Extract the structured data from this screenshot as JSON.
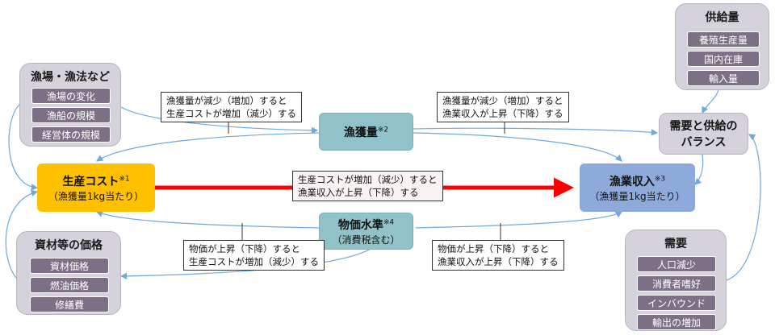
{
  "supply": {
    "title": "供給量",
    "items": [
      "養殖生産量",
      "国内在庫",
      "輸入量"
    ]
  },
  "fishing": {
    "title": "漁場・漁法など",
    "items": [
      "漁場の変化",
      "漁船の規模",
      "経営体の規模"
    ]
  },
  "materials": {
    "title": "資材等の価格",
    "items": [
      "資材価格",
      "燃油価格",
      "修繕費"
    ]
  },
  "demand": {
    "title": "需要",
    "items": [
      "人口減少",
      "消費者嗜好",
      "インバウンド",
      "輸出の増加"
    ]
  },
  "catch_node": {
    "label": "漁獲量",
    "note_mark": "※2"
  },
  "price_node": {
    "label": "物価水準",
    "note_mark": "※4",
    "sub": "（消費税含む）"
  },
  "cost_node": {
    "label": "生産コスト",
    "note_mark": "※1",
    "sub": "（漁獲量1kg当たり）"
  },
  "income_node": {
    "label": "漁業収入",
    "note_mark": "※3",
    "sub": "（漁獲量1kg当たり）"
  },
  "balance_node": {
    "line1": "需要と供給の",
    "line2": "バランス"
  },
  "notes": {
    "catch_cost": [
      "漁獲量が減少（増加）すると",
      "生産コストが増加（減少）する"
    ],
    "catch_income": [
      "漁獲量が減少（増加）すると",
      "漁業収入が上昇（下降）する"
    ],
    "cost_income": [
      "生産コストが増加（減少）すると",
      "漁業収入が上昇（下降）する"
    ],
    "price_cost": [
      "物価が上昇（下降）すると",
      "生産コストが増加（減少）する"
    ],
    "price_income": [
      "物価が上昇（下降）すると",
      "漁業収入が上昇（下降）する"
    ]
  },
  "colors": {
    "cost": "#ffc000",
    "income": "#8eaadb",
    "teal": "#92c2c9",
    "pill": "#7d6f86",
    "group": "#d5d2db",
    "red_arrow": "#ff0000",
    "connector": "#6fa8dc"
  }
}
